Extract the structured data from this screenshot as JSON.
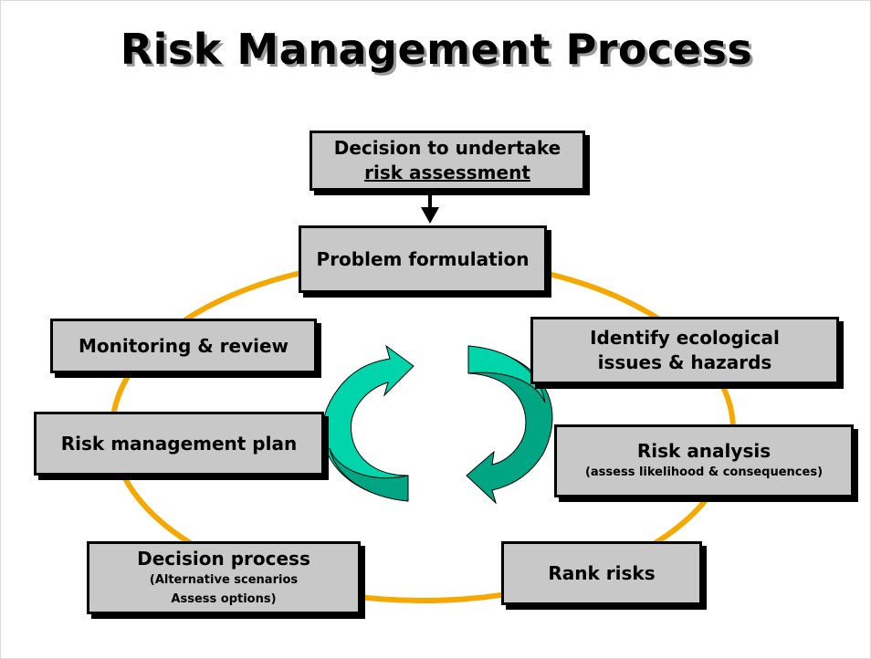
{
  "title": "Risk Management Process",
  "colors": {
    "cycle": "#f5a800",
    "box_fill": "#c8c8c8",
    "arrow_light": "#00d4aa",
    "arrow_dark": "#00a583"
  },
  "nodes": {
    "decision_to_undertake": {
      "line1": "Decision to undertake",
      "line2": "risk assessment"
    },
    "problem_formulation": {
      "label": "Problem formulation"
    },
    "identify_issues": {
      "line1": "Identify ecological",
      "line2": "issues & hazards"
    },
    "risk_analysis": {
      "label": "Risk analysis",
      "sub": "(assess likelihood & consequences)"
    },
    "rank_risks": {
      "label": "Rank risks"
    },
    "decision_process": {
      "label": "Decision process",
      "sub1": "(Alternative scenarios",
      "sub2": "Assess options)"
    },
    "risk_management_plan": {
      "label": "Risk management plan"
    },
    "monitoring_review": {
      "label": "Monitoring & review"
    }
  },
  "icons": [
    "down-arrow-icon",
    "cycle-arrow-icon"
  ]
}
